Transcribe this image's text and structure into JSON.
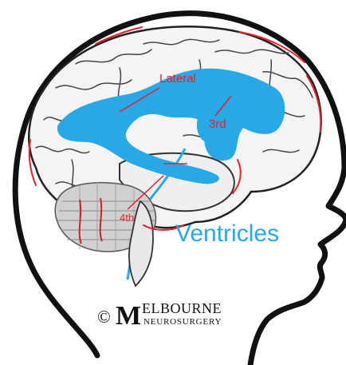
{
  "labels": {
    "lateral": "Lateral",
    "third": "3rd",
    "fourth": "4th",
    "title": "Ventricles"
  },
  "watermark": {
    "copyright": "©",
    "initial": "M",
    "line1": "ELBOURNE",
    "line2": "NEUROSURGERY"
  },
  "colors": {
    "ventricle": "#29a8e8",
    "annotation": "#e8202a",
    "outline": "#111111"
  }
}
